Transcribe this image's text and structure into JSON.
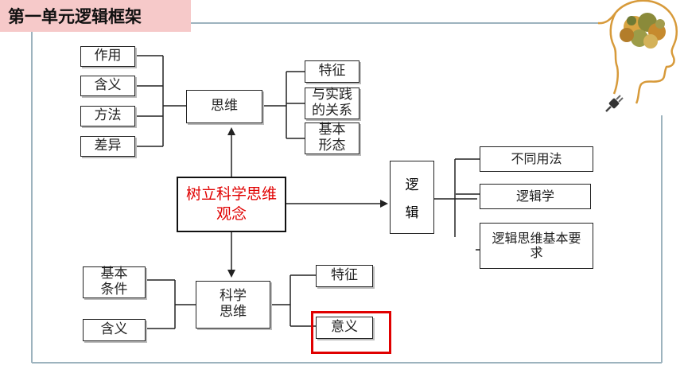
{
  "header": {
    "title": "第一单元逻辑框架"
  },
  "center": {
    "label": "树立科学思维观念"
  },
  "thinking": {
    "label": "思维",
    "left_items": [
      "作用",
      "含义",
      "方法",
      "差异"
    ],
    "right_items": [
      "特征",
      "与实践的关系",
      "基本形态"
    ]
  },
  "logic": {
    "label_top": "逻",
    "label_bottom": "辑",
    "items": [
      "不同用法",
      "逻辑学",
      "逻辑思维基本要求"
    ]
  },
  "scientific": {
    "label": "科学思维",
    "left_items": [
      "基本条件",
      "含义"
    ],
    "right_items": [
      "特征",
      "意义"
    ]
  },
  "colors": {
    "accent_red": "#e00000",
    "title_bg": "#f6c9c9",
    "frame": "#9db3be"
  },
  "icons": [
    "brain-head-icon",
    "plug-icon"
  ]
}
